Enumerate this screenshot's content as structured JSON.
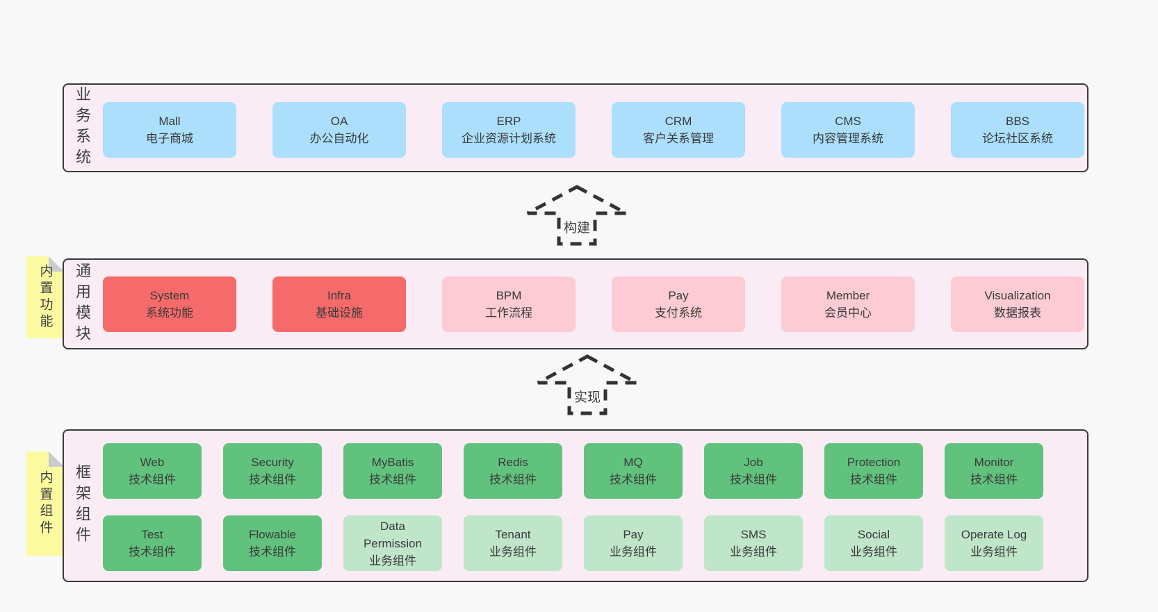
{
  "colors": {
    "page_bg": "#f8f8f8",
    "panel_bg": "#f9ecf5",
    "panel_border": "#3a3a3a",
    "business_box_blue": "#abdffb",
    "core_module_red": "#f56a6a",
    "module_pink": "#fccbd4",
    "tech_component_green": "#61c27d",
    "biz_component_green_light": "#c0e6ca",
    "note_yellow": "#fcfaa1",
    "note_fold_gray": "#cbcbcb",
    "text": "#3e3e3e"
  },
  "arrows": {
    "build": "构建",
    "implement": "实现"
  },
  "sections": {
    "business": {
      "label": "业务系统",
      "boxes": [
        {
          "title": "Mall",
          "subtitle": "电子商城"
        },
        {
          "title": "OA",
          "subtitle": "办公自动化"
        },
        {
          "title": "ERP",
          "subtitle": "企业资源计划系统"
        },
        {
          "title": "CRM",
          "subtitle": "客户关系管理"
        },
        {
          "title": "CMS",
          "subtitle": "内容管理系统"
        },
        {
          "title": "BBS",
          "subtitle": "论坛社区系统"
        }
      ]
    },
    "modules": {
      "label": "通用模块",
      "note": "内置功能",
      "boxes": [
        {
          "title": "System",
          "subtitle": "系统功能",
          "variant": "red"
        },
        {
          "title": "Infra",
          "subtitle": "基础设施",
          "variant": "red"
        },
        {
          "title": "BPM",
          "subtitle": "工作流程",
          "variant": "pink"
        },
        {
          "title": "Pay",
          "subtitle": "支付系统",
          "variant": "pink"
        },
        {
          "title": "Member",
          "subtitle": "会员中心",
          "variant": "pink"
        },
        {
          "title": "Visualization",
          "subtitle": "数据报表",
          "variant": "pink"
        }
      ]
    },
    "framework": {
      "label": "框架组件",
      "note": "内置组件",
      "row1": [
        {
          "title": "Web",
          "subtitle": "技术组件",
          "variant": "green"
        },
        {
          "title": "Security",
          "subtitle": "技术组件",
          "variant": "green"
        },
        {
          "title": "MyBatis",
          "subtitle": "技术组件",
          "variant": "green"
        },
        {
          "title": "Redis",
          "subtitle": "技术组件",
          "variant": "green"
        },
        {
          "title": "MQ",
          "subtitle": "技术组件",
          "variant": "green"
        },
        {
          "title": "Job",
          "subtitle": "技术组件",
          "variant": "green"
        },
        {
          "title": "Protection",
          "subtitle": "技术组件",
          "variant": "green"
        },
        {
          "title": "Monitor",
          "subtitle": "技术组件",
          "variant": "green"
        }
      ],
      "row2": [
        {
          "title": "Test",
          "subtitle": "技术组件",
          "variant": "green"
        },
        {
          "title": "Flowable",
          "subtitle": "技术组件",
          "variant": "green"
        },
        {
          "title": "Data Permission",
          "subtitle": "业务组件",
          "variant": "green-light"
        },
        {
          "title": "Tenant",
          "subtitle": "业务组件",
          "variant": "green-light"
        },
        {
          "title": "Pay",
          "subtitle": "业务组件",
          "variant": "green-light"
        },
        {
          "title": "SMS",
          "subtitle": "业务组件",
          "variant": "green-light"
        },
        {
          "title": "Social",
          "subtitle": "业务组件",
          "variant": "green-light"
        },
        {
          "title": "Operate Log",
          "subtitle": "业务组件",
          "variant": "green-light"
        }
      ]
    }
  }
}
